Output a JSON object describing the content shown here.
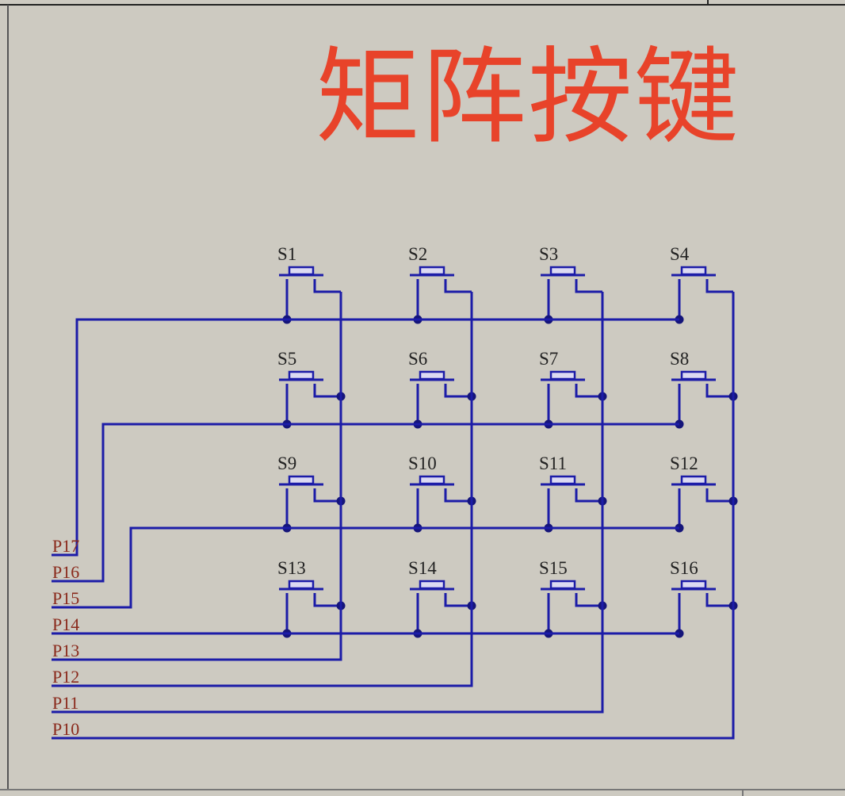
{
  "title": "矩阵按键",
  "switches": [
    "S1",
    "S2",
    "S3",
    "S4",
    "S5",
    "S6",
    "S7",
    "S8",
    "S9",
    "S10",
    "S11",
    "S12",
    "S13",
    "S14",
    "S15",
    "S16"
  ],
  "ports": [
    "P17",
    "P16",
    "P15",
    "P14",
    "P13",
    "P12",
    "P11",
    "P10"
  ],
  "colors": {
    "wire": "#1c1ca8",
    "label": "#8a2a1c",
    "switch_label": "#222222",
    "title": "#e8432a",
    "background": "#cdcac1"
  }
}
